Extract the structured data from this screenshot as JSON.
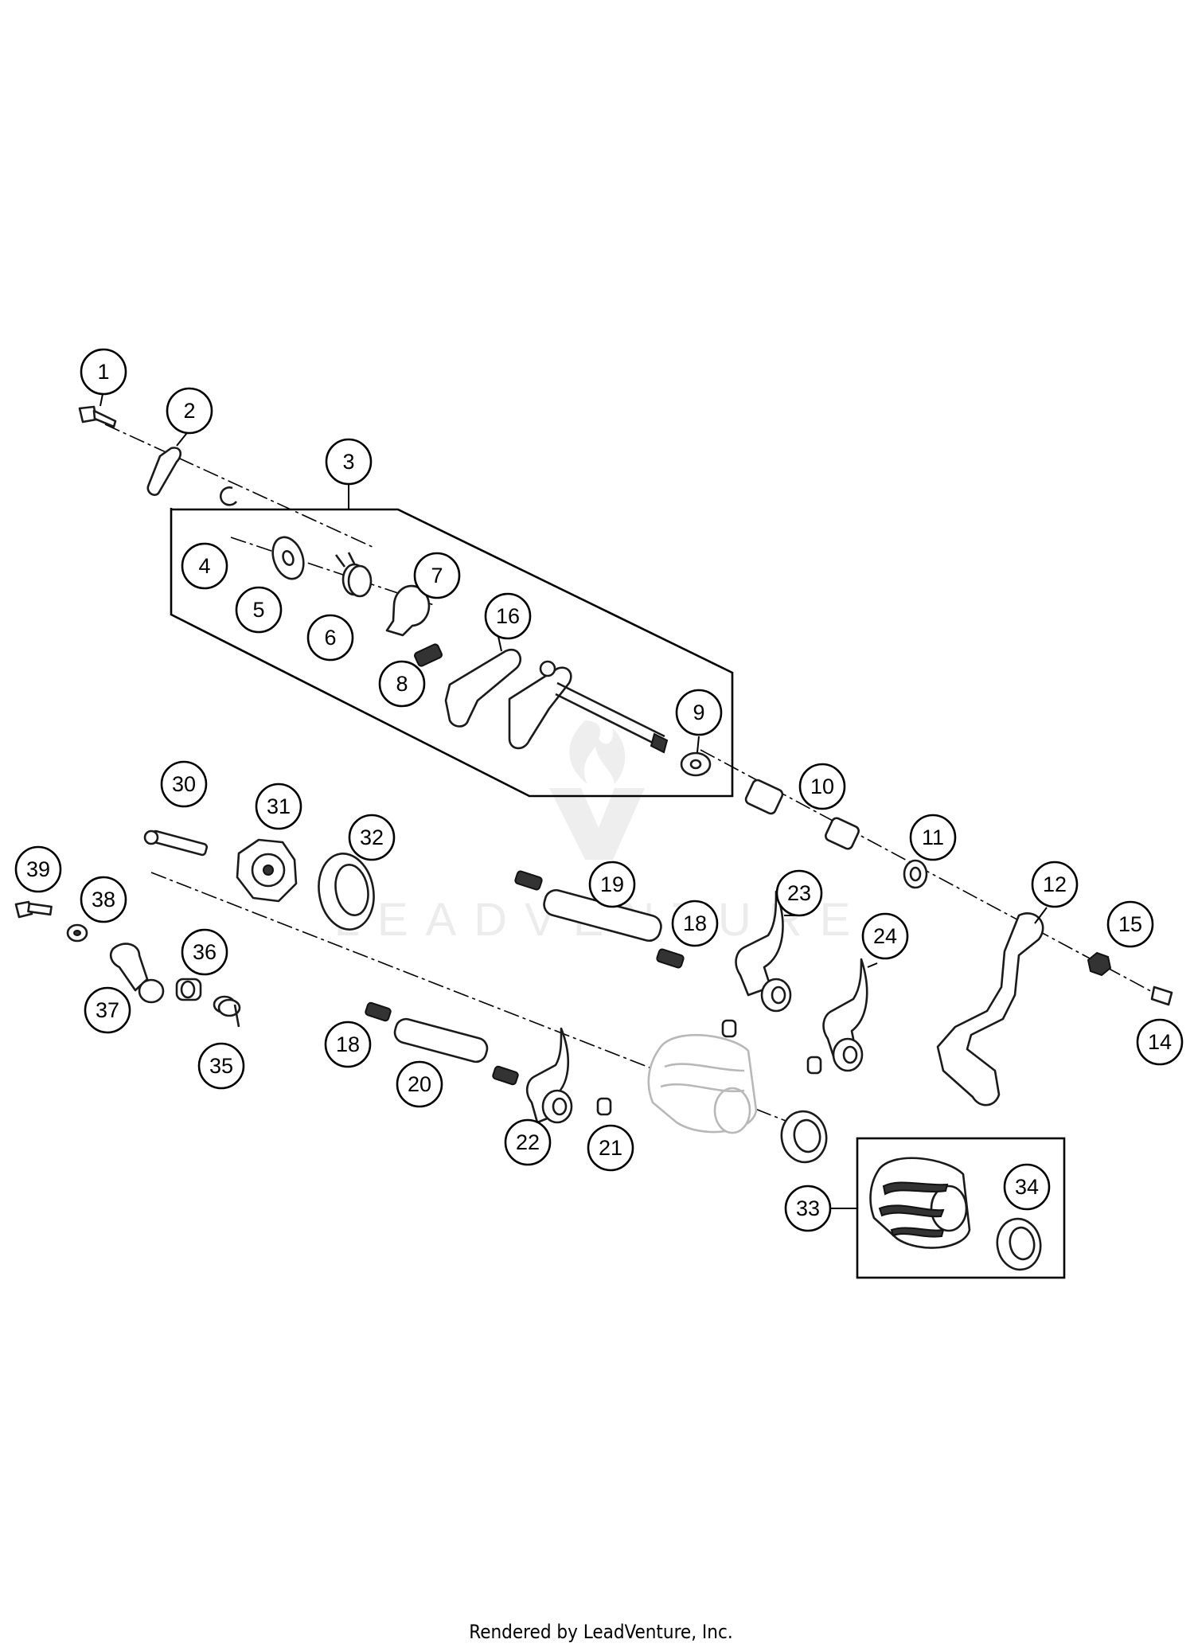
{
  "diagram": {
    "watermark": "LEADVENTURE",
    "credit": "Rendered by LeadVenture, Inc.",
    "callouts": [
      {
        "id": "c1",
        "label": "1"
      },
      {
        "id": "c2",
        "label": "2"
      },
      {
        "id": "c3",
        "label": "3"
      },
      {
        "id": "c4",
        "label": "4"
      },
      {
        "id": "c5",
        "label": "5"
      },
      {
        "id": "c6",
        "label": "6"
      },
      {
        "id": "c7",
        "label": "7"
      },
      {
        "id": "c8",
        "label": "8"
      },
      {
        "id": "c9",
        "label": "9"
      },
      {
        "id": "c10",
        "label": "10"
      },
      {
        "id": "c11",
        "label": "11"
      },
      {
        "id": "c12",
        "label": "12"
      },
      {
        "id": "c14",
        "label": "14"
      },
      {
        "id": "c15",
        "label": "15"
      },
      {
        "id": "c16",
        "label": "16"
      },
      {
        "id": "c18a",
        "label": "18"
      },
      {
        "id": "c18b",
        "label": "18"
      },
      {
        "id": "c19",
        "label": "19"
      },
      {
        "id": "c20",
        "label": "20"
      },
      {
        "id": "c21",
        "label": "21"
      },
      {
        "id": "c22",
        "label": "22"
      },
      {
        "id": "c23",
        "label": "23"
      },
      {
        "id": "c24",
        "label": "24"
      },
      {
        "id": "c30",
        "label": "30"
      },
      {
        "id": "c31",
        "label": "31"
      },
      {
        "id": "c32",
        "label": "32"
      },
      {
        "id": "c33",
        "label": "33"
      },
      {
        "id": "c34",
        "label": "34"
      },
      {
        "id": "c35",
        "label": "35"
      },
      {
        "id": "c36",
        "label": "36"
      },
      {
        "id": "c37",
        "label": "37"
      },
      {
        "id": "c38",
        "label": "38"
      },
      {
        "id": "c39",
        "label": "39"
      }
    ]
  }
}
